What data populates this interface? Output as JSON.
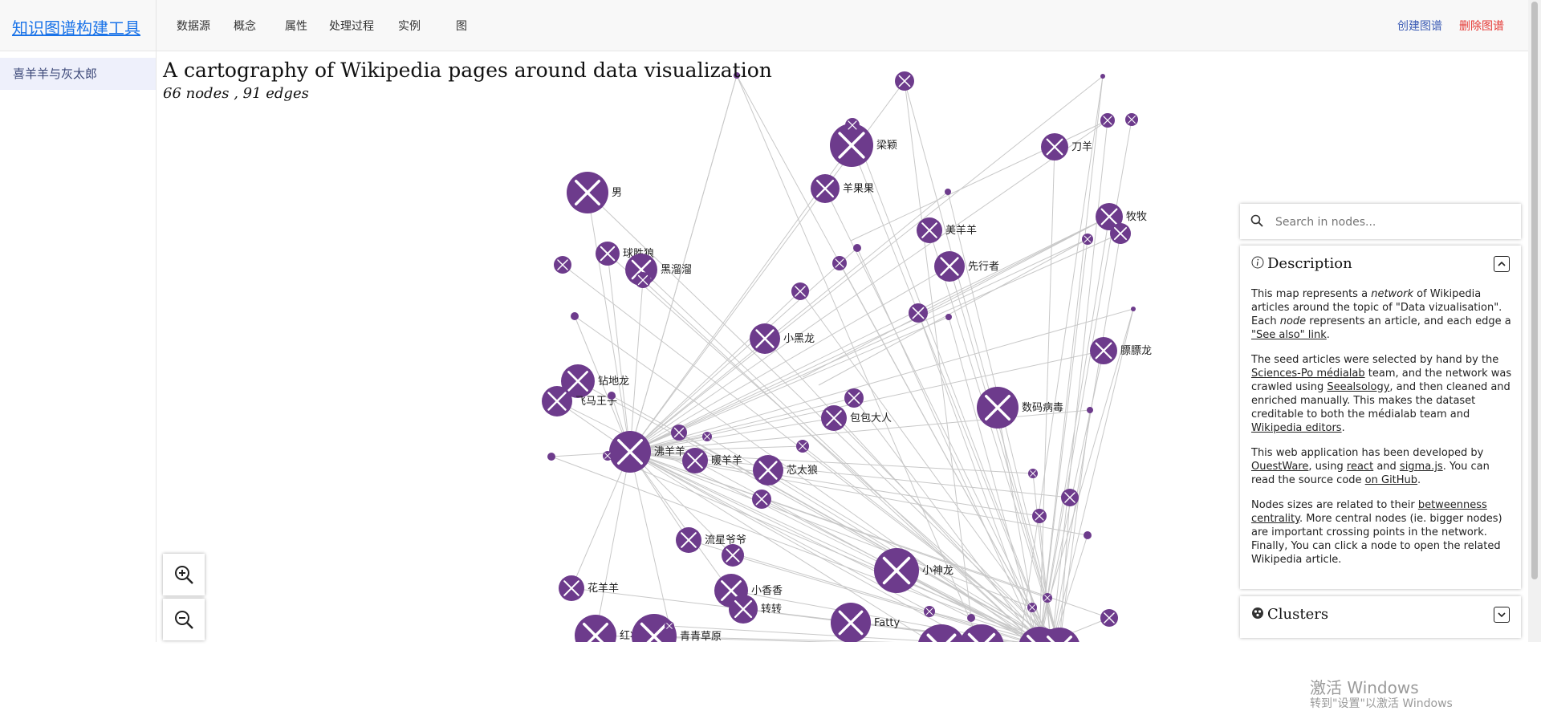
{
  "topbar": {
    "brand": "知识图谱构建工具",
    "nav": [
      {
        "label": "数据源"
      },
      {
        "label": "概念"
      },
      {
        "label": "属性"
      },
      {
        "label": "处理过程"
      },
      {
        "label": "实例"
      },
      {
        "label": "图"
      }
    ],
    "create_label": "创建图谱",
    "delete_label": "删除图谱",
    "colors": {
      "create": "#3b5bb5",
      "delete": "#e53935",
      "brand": "#1a73e8"
    }
  },
  "sidebar": {
    "items": [
      {
        "label": "喜羊羊与灰太郎"
      }
    ]
  },
  "graph": {
    "title": "A cartography of Wikipedia pages around data visualization",
    "subtitle": "66 nodes , 91 edges",
    "node_color": "#6d3b8c",
    "edge_color": "#c8c8c8",
    "node_icon": "tools-icon",
    "labels": [
      "梁颖",
      "刀羊",
      "男",
      "羊果果",
      "牧牧",
      "美羊羊",
      "球胜狼",
      "黑溜溜",
      "先行者",
      "小黑龙",
      "膘膘龙",
      "钻地龙",
      "飞马王子",
      "数码病毒",
      "包包大人",
      "沸羊羊",
      "暖羊羊",
      "芯太狼",
      "流星爷爷",
      "小神龙",
      "花羊羊",
      "小香香",
      "转转",
      "Fatty",
      "红将军",
      "青青草原"
    ]
  },
  "zoom": {
    "in_icon": "zoom-in-icon",
    "out_icon": "zoom-out-icon"
  },
  "search": {
    "placeholder": "Search in nodes..."
  },
  "description": {
    "heading": "Description",
    "p1_a": "This map represents a ",
    "p1_em1": "network",
    "p1_b": " of Wikipedia articles around the topic of \"Data vizualisation\". Each ",
    "p1_em2": "node",
    "p1_c": " represents an article, and each edge a ",
    "p1_link": "\"See also\" link",
    "p1_d": ".",
    "p2_a": "The seed articles were selected by hand by the ",
    "p2_link1": "Sciences-Po médialab",
    "p2_b": " team, and the network was crawled using ",
    "p2_link2": "Seealsology",
    "p2_c": ", and then cleaned and enriched manually. This makes the dataset creditable to both the médialab team and ",
    "p2_link3": "Wikipedia editors",
    "p2_d": ".",
    "p3_a": "This web application has been developed by ",
    "p3_link1": "OuestWare",
    "p3_b": ", using ",
    "p3_link2": "react",
    "p3_c": " and ",
    "p3_link3": "sigma.js",
    "p3_d": ". You can read the source code ",
    "p3_link4": "on GitHub",
    "p3_e": ".",
    "p4_a": "Nodes sizes are related to their ",
    "p4_link": "betweenness centrality",
    "p4_b": ". More central nodes (ie. bigger nodes) are important crossing points in the network. Finally, You can click a node to open the related Wikipedia article."
  },
  "clusters": {
    "heading": "Clusters"
  },
  "watermark": {
    "line1": "激活 Windows",
    "line2": "转到\"设置\"以激活 Windows"
  }
}
